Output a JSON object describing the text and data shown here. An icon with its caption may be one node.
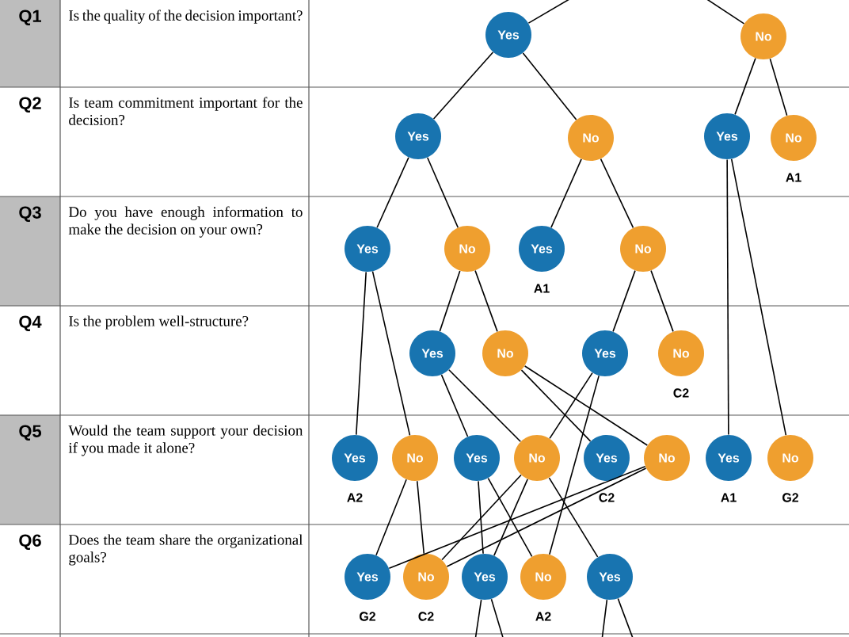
{
  "diagram": {
    "nodes": [
      {
        "text": [
          "Yes"
        ]
      },
      {
        "text": [
          "No"
        ]
      },
      {
        "text": [
          "Yes"
        ]
      },
      {
        "text": [
          "No"
        ]
      },
      {
        "text": [
          "Yes"
        ]
      },
      {
        "text": [
          "No"
        ],
        "beside": [
          "A1"
        ]
      },
      {
        "text": [
          "Yes"
        ]
      },
      {
        "text": [
          "No"
        ]
      },
      {
        "text": [
          "Yes"
        ],
        "beside": [
          "A1"
        ]
      },
      {
        "text": [
          "No"
        ]
      },
      {
        "text": [
          "Yes"
        ]
      },
      {
        "text": [
          "No"
        ]
      },
      {
        "text": [
          "Yes"
        ]
      },
      {
        "text": [
          "No"
        ],
        "beside": [
          "C2"
        ]
      },
      {
        "text": [
          "Yes"
        ],
        "beside": [
          "A2"
        ]
      },
      {
        "text": [
          "No"
        ]
      },
      {
        "text": [
          "Yes"
        ]
      },
      {
        "text": [
          "No"
        ]
      },
      {
        "text": [
          "Yes"
        ],
        "beside": [
          "C2"
        ]
      },
      {
        "text": [
          "No"
        ]
      },
      {
        "text": [
          "Yes"
        ],
        "beside": [
          "A1"
        ]
      },
      {
        "text": [
          "No"
        ],
        "beside": [
          "G2"
        ]
      },
      {
        "text": [
          "Yes"
        ],
        "beside": [
          "G2"
        ]
      },
      {
        "text": [
          "No"
        ],
        "beside": [
          "C2"
        ]
      },
      {
        "text": [
          "Yes"
        ]
      },
      {
        "text": [
          "No"
        ],
        "beside": [
          "A2"
        ]
      },
      {
        "text": [
          "Yes"
        ]
      }
    ],
    "edges": [
      {
        "from": null,
        "to": 0,
        "arrow": "none"
      },
      {
        "from": null,
        "to": 1,
        "arrow": "none"
      },
      {
        "from": 0,
        "to": 2,
        "arrow": "none"
      },
      {
        "from": 0,
        "to": 3,
        "arrow": "none"
      },
      {
        "from": 1,
        "to": 4,
        "arrow": "none"
      },
      {
        "from": 1,
        "to": 5,
        "arrow": "none"
      },
      {
        "from": 2,
        "to": 6,
        "arrow": "none"
      },
      {
        "from": 2,
        "to": 7,
        "arrow": "none"
      },
      {
        "from": 3,
        "to": 8,
        "arrow": "none"
      },
      {
        "from": 3,
        "to": 9,
        "arrow": "none"
      },
      {
        "from": 4,
        "to": 20,
        "arrow": "none"
      },
      {
        "from": 4,
        "to": 21,
        "arrow": "none"
      },
      {
        "from": 6,
        "to": 14,
        "arrow": "none"
      },
      {
        "from": 6,
        "to": 15,
        "arrow": "none"
      },
      {
        "from": 7,
        "to": 10,
        "arrow": "none"
      },
      {
        "from": 7,
        "to": 11,
        "arrow": "none"
      },
      {
        "from": 9,
        "to": 12,
        "arrow": "none"
      },
      {
        "from": 9,
        "to": 13,
        "arrow": "none"
      },
      {
        "from": 10,
        "to": 16,
        "arrow": "none"
      },
      {
        "from": 10,
        "to": 17,
        "arrow": "none"
      },
      {
        "from": 11,
        "to": 18,
        "arrow": "none"
      },
      {
        "from": 11,
        "to": 19,
        "arrow": "none"
      },
      {
        "from": 12,
        "to": 17,
        "arrow": "none"
      },
      {
        "from": 12,
        "to": 25,
        "arrow": "none"
      },
      {
        "from": 15,
        "to": 22,
        "arrow": "none"
      },
      {
        "from": 15,
        "to": 23,
        "arrow": "none"
      },
      {
        "from": 16,
        "to": 24,
        "arrow": "none"
      },
      {
        "from": 16,
        "to": 25,
        "arrow": "none"
      },
      {
        "from": 17,
        "to": 23,
        "arrow": "none"
      },
      {
        "from": 17,
        "to": 24,
        "arrow": "none"
      },
      {
        "from": 17,
        "to": 26,
        "arrow": "none"
      },
      {
        "from": 19,
        "to": 22,
        "arrow": "none"
      },
      {
        "from": 19,
        "to": 23,
        "arrow": "none"
      },
      {
        "from": 24,
        "to": null,
        "arrow": "none"
      },
      {
        "from": 24,
        "to": null,
        "arrow": "none"
      },
      {
        "from": 26,
        "to": null,
        "arrow": "none"
      },
      {
        "from": 26,
        "to": null,
        "arrow": "none"
      }
    ],
    "labels": [
      "Q1",
      "Is the quality of the decision important?",
      "Q2",
      "Is team commitment important for the decision?",
      "Q3",
      "Do you have enough information to make the decision on your own?",
      "Q4",
      "Is the problem well-structure?",
      "Q5",
      "Would the team support your decision if you made it alone?",
      "Q6",
      "Does the team share the organizational goals?"
    ]
  }
}
